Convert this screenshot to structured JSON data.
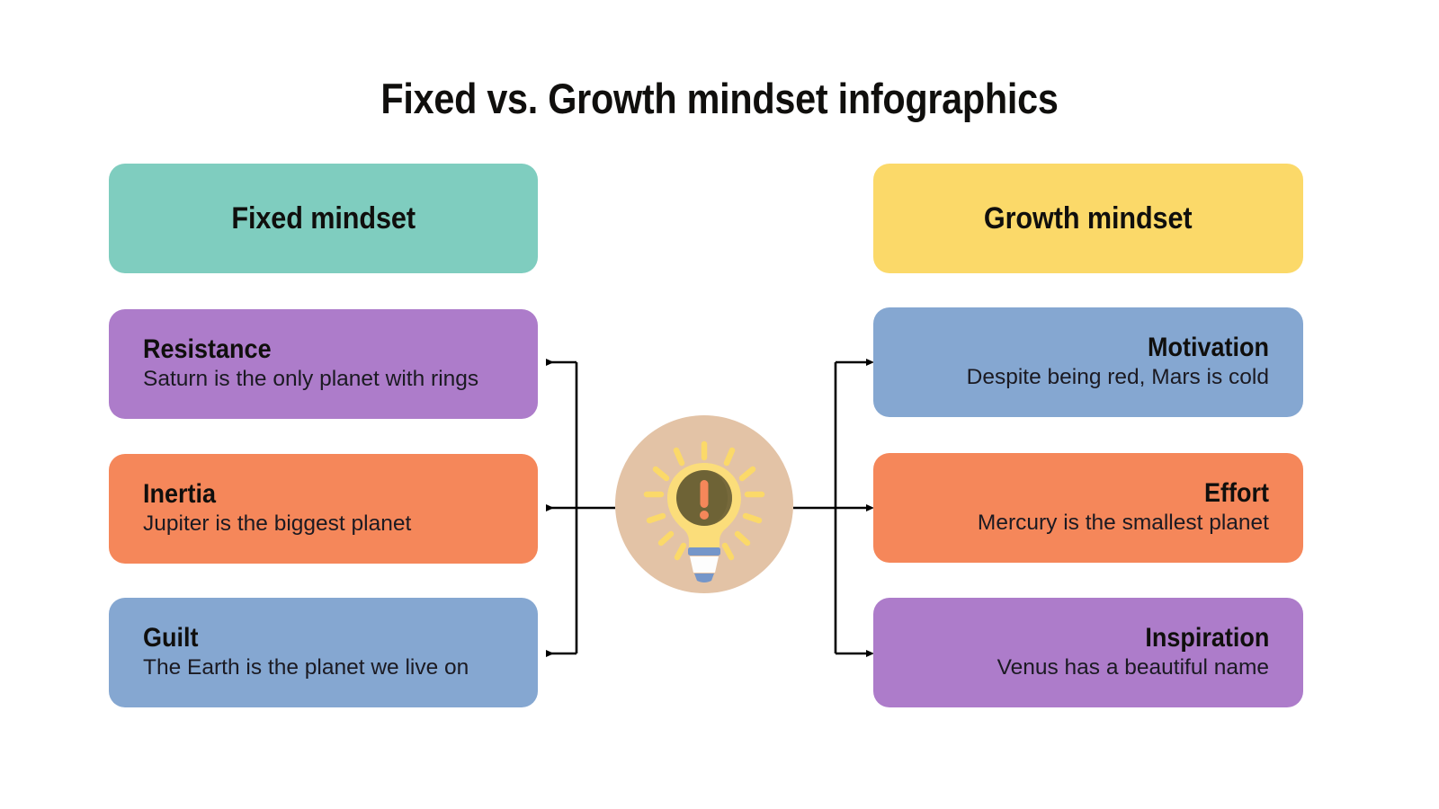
{
  "slide": {
    "title": "Fixed vs. Growth mindset infographics",
    "background_color": "#ffffff",
    "text_color": "#100f0d"
  },
  "columns": {
    "left": {
      "header": {
        "label": "Fixed mindset",
        "color": "#7fcdbf"
      },
      "items": [
        {
          "title": "Resistance",
          "body": "Saturn is the only planet with rings",
          "color": "#ad7cca"
        },
        {
          "title": "Inertia",
          "body": "Jupiter is the biggest planet",
          "color": "#f5875a"
        },
        {
          "title": "Guilt",
          "body": "The Earth is the planet we live on",
          "color": "#85a7d1"
        }
      ]
    },
    "right": {
      "header": {
        "label": "Growth mindset",
        "color": "#fbd969"
      },
      "items": [
        {
          "title": "Motivation",
          "body": "Despite being red, Mars is cold",
          "color": "#85a7d1"
        },
        {
          "title": "Effort",
          "body": "Mercury is the smallest planet",
          "color": "#f5875a"
        },
        {
          "title": "Inspiration",
          "body": "Venus has a beautiful name",
          "color": "#ad7cca"
        }
      ]
    }
  },
  "center": {
    "icon": "lightbulb-exclamation-icon",
    "circle_color": "#e3c3a6",
    "bulb_color": "#fbdd7a",
    "bulb_inner_color": "#6e6336",
    "exclamation_color": "#f5875a",
    "ray_color": "#fbd969",
    "base_band_color": "#7596c9",
    "base_color": "#fdfdfd"
  },
  "connectors": {
    "line_color": "#000000",
    "arrow_direction_left": "left",
    "arrow_direction_right": "right"
  }
}
